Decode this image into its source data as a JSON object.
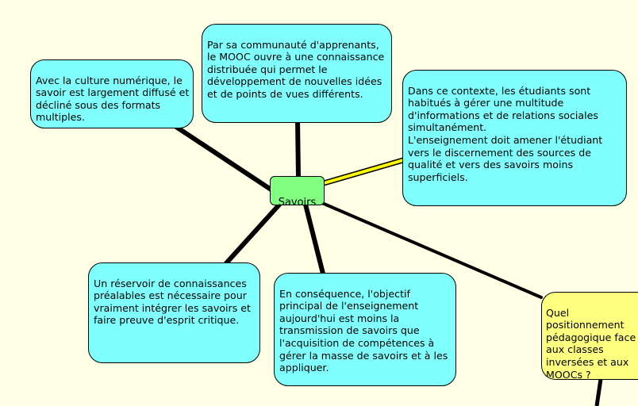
{
  "center_label": "Savoirs",
  "colors": {
    "background": "#ffffe6",
    "center_fill": "#80ff80",
    "topic_fill": "#80ffff",
    "question_fill": "#ffff80",
    "branch": "#000000",
    "highlight_branch": "#ffff00"
  },
  "topics": {
    "culture": "Avec la culture numérique, le savoir est largement diffusé et décliné sous des formats multiples.",
    "mooc": "Par sa communauté d'apprenants, le MOOC ouvre à une connaissance distribuée qui permet le développement de nouvelles idées et de points de vues différents.",
    "context": "Dans ce contexte, les étudiants sont habitués à gérer une multitude d'informations et de relations sociales simultanément.\nL'enseignement doit amener l'étudiant vers le discernement des sources de qualité et vers des savoirs moins superficiels.",
    "reservoir": "Un réservoir de connaissances préalables est nécessaire pour vraiment intégrer les savoirs et faire preuve d'esprit critique.",
    "consequence": "En conséquence, l'objectif principal de l'enseignement aujourd'hui est moins la transmission de savoirs que l'acquisition de compétences à gérer la masse de savoirs et à les appliquer."
  },
  "question": "Quel positionnement pédagogique face aux classes inversées et aux MOOCs ?"
}
